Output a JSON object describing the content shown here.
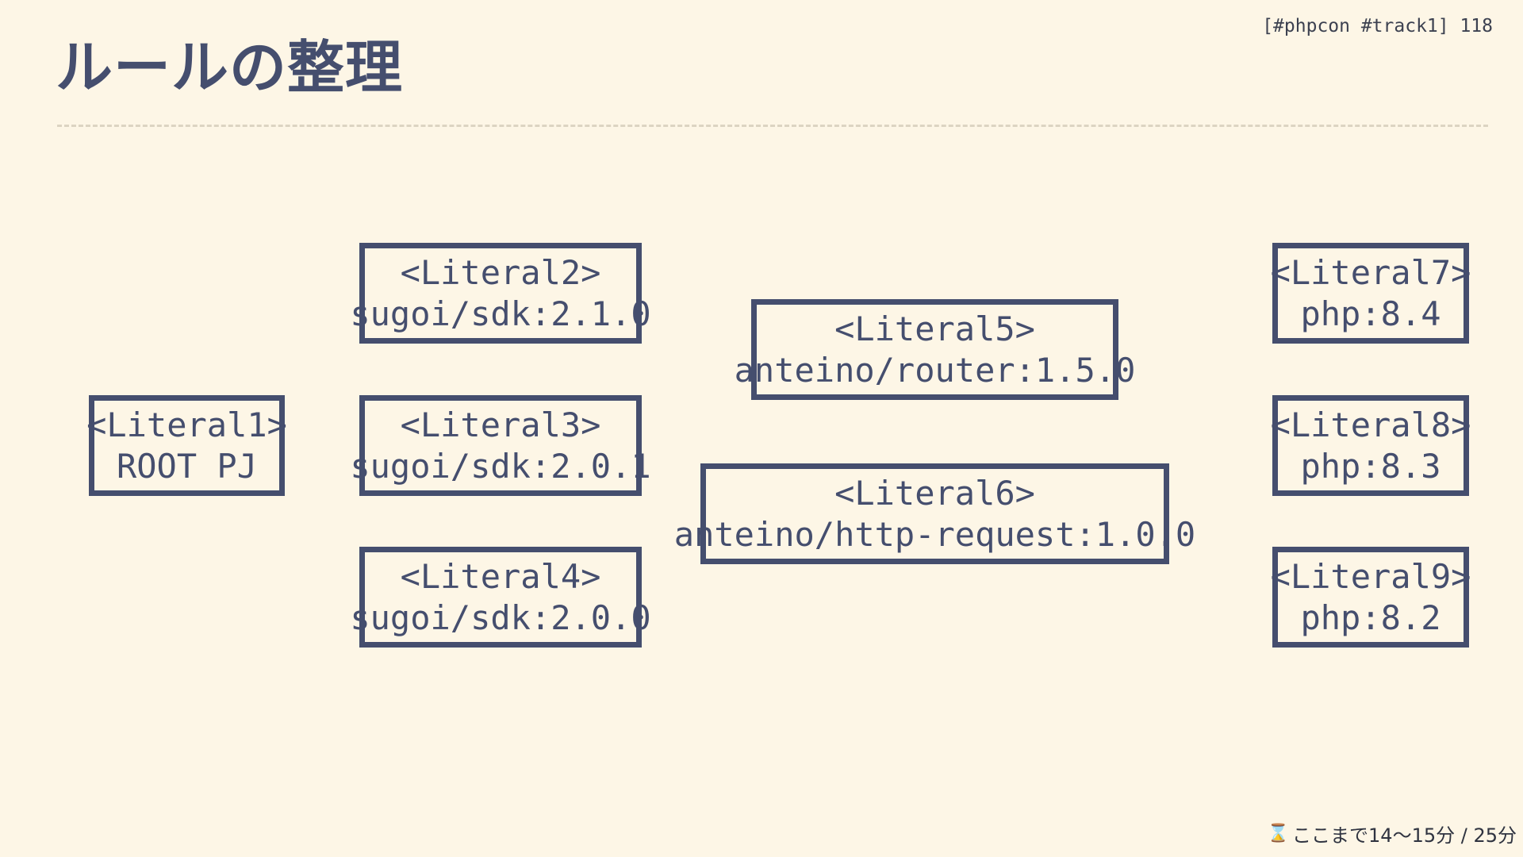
{
  "slide": {
    "title": "ルールの整理",
    "page_label": "[#phpcon #track1] 118",
    "timer_icon": "hourglass-icon",
    "timer_text": "ここまで14〜15分 / 25分"
  },
  "colors": {
    "background": "#fdf6e6",
    "node_border": "#454e6e",
    "text": "#454e6e"
  },
  "diagram": {
    "nodes": [
      {
        "id": "Literal1",
        "tag": "<Literal1>",
        "label": "ROOT PJ"
      },
      {
        "id": "Literal2",
        "tag": "<Literal2>",
        "label": "sugoi/sdk:2.1.0"
      },
      {
        "id": "Literal3",
        "tag": "<Literal3>",
        "label": "sugoi/sdk:2.0.1"
      },
      {
        "id": "Literal4",
        "tag": "<Literal4>",
        "label": "sugoi/sdk:2.0.0"
      },
      {
        "id": "Literal5",
        "tag": "<Literal5>",
        "label": "anteino/router:1.5.0"
      },
      {
        "id": "Literal6",
        "tag": "<Literal6>",
        "label": "anteino/http-request:1.0.0"
      },
      {
        "id": "Literal7",
        "tag": "<Literal7>",
        "label": "php:8.4"
      },
      {
        "id": "Literal8",
        "tag": "<Literal8>",
        "label": "php:8.3"
      },
      {
        "id": "Literal9",
        "tag": "<Literal9>",
        "label": "php:8.2"
      }
    ]
  }
}
